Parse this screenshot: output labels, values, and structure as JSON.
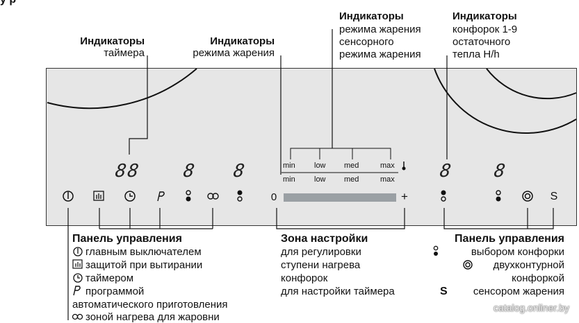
{
  "heading_partial": "у р",
  "callouts": {
    "timer_indicators": {
      "title": "Индикаторы",
      "sub": "таймера"
    },
    "frying_mode_indicators": {
      "title": "Индикаторы",
      "sub": "режима жарения"
    },
    "sensor_frying_indicators": {
      "title": "Индикаторы",
      "line1": "режима жарения",
      "line2": "сенсорного",
      "line3": "режима жарения"
    },
    "zone_indicators": {
      "title": "Индикаторы",
      "line1": "конфорок 1-9",
      "line2": "остаточного",
      "line3": "тепла H/h"
    }
  },
  "display": {
    "timer_digits": "88",
    "zone_digit_1": "8",
    "zone_digit_2": "8",
    "zone_digit_3": "8",
    "zone_digit_4": "8"
  },
  "scale_top": [
    "min",
    "low",
    "med",
    "max"
  ],
  "scale_bottom": [
    "min",
    "low",
    "med",
    "max"
  ],
  "slider": {
    "minus_label": "0",
    "plus_label": "+"
  },
  "control_panel_left": {
    "title": "Панель управления",
    "items": [
      "главным выключателем",
      "защитой при вытирании",
      "таймером",
      "программой",
      "автоматического приготовления",
      "зоной нагрева для жаровни"
    ]
  },
  "setting_zone": {
    "title": "Зона настройки",
    "lines": [
      "для регулировки",
      "ступени нагрева",
      "конфорок",
      "для настройки таймера"
    ]
  },
  "control_panel_right": {
    "title": "Панель управления",
    "lines": [
      "выбором конфорки",
      "двухконтурной",
      "конфоркой",
      "сенсором жарения"
    ],
    "sensor_letter": "S"
  },
  "watermark": "catalog.onliner.by"
}
